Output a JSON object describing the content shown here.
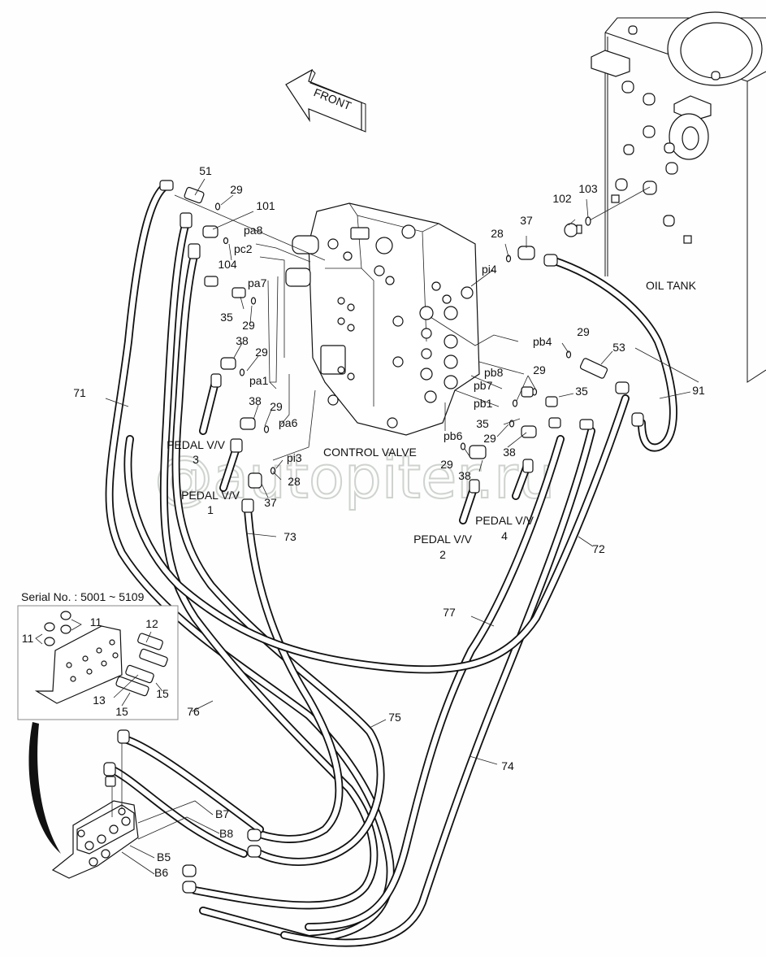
{
  "diagram": {
    "title_mark": "",
    "front_arrow_label": "FRONT",
    "watermark": "@autopiter.ru",
    "components": {
      "control_valve": "CONTROL VALVE",
      "oil_tank": "OIL TANK",
      "pedal_vv_1": [
        "PEDAL V/V",
        "1"
      ],
      "pedal_vv_2": [
        "PEDAL V/V",
        "2"
      ],
      "pedal_vv_3": [
        "PEDAL V/V",
        "3"
      ],
      "pedal_vv_4": [
        "PEDAL V/V",
        "4"
      ]
    },
    "ports": [
      "pa8",
      "pc2",
      "pa7",
      "pa1",
      "pa6",
      "pi3",
      "pi4",
      "pb4",
      "pb8",
      "pb7",
      "pb1",
      "pb6",
      "B5",
      "B6",
      "B7",
      "B8"
    ],
    "part_callouts": {
      "top_left": [
        "51",
        "29",
        "101",
        "104",
        "35",
        "29",
        "38",
        "29",
        "38",
        "29",
        "28",
        "37"
      ],
      "top_right": [
        "28",
        "37",
        "102",
        "103",
        "29",
        "53",
        "29",
        "35",
        "35",
        "29",
        "38",
        "29",
        "38"
      ],
      "hoses": [
        "71",
        "72",
        "73",
        "74",
        "75",
        "76",
        "77",
        "91"
      ]
    },
    "inset": {
      "title": "Serial No. : 5001 ~ 5109",
      "callouts": [
        "11",
        "11",
        "12",
        "13",
        "15",
        "15"
      ]
    }
  }
}
